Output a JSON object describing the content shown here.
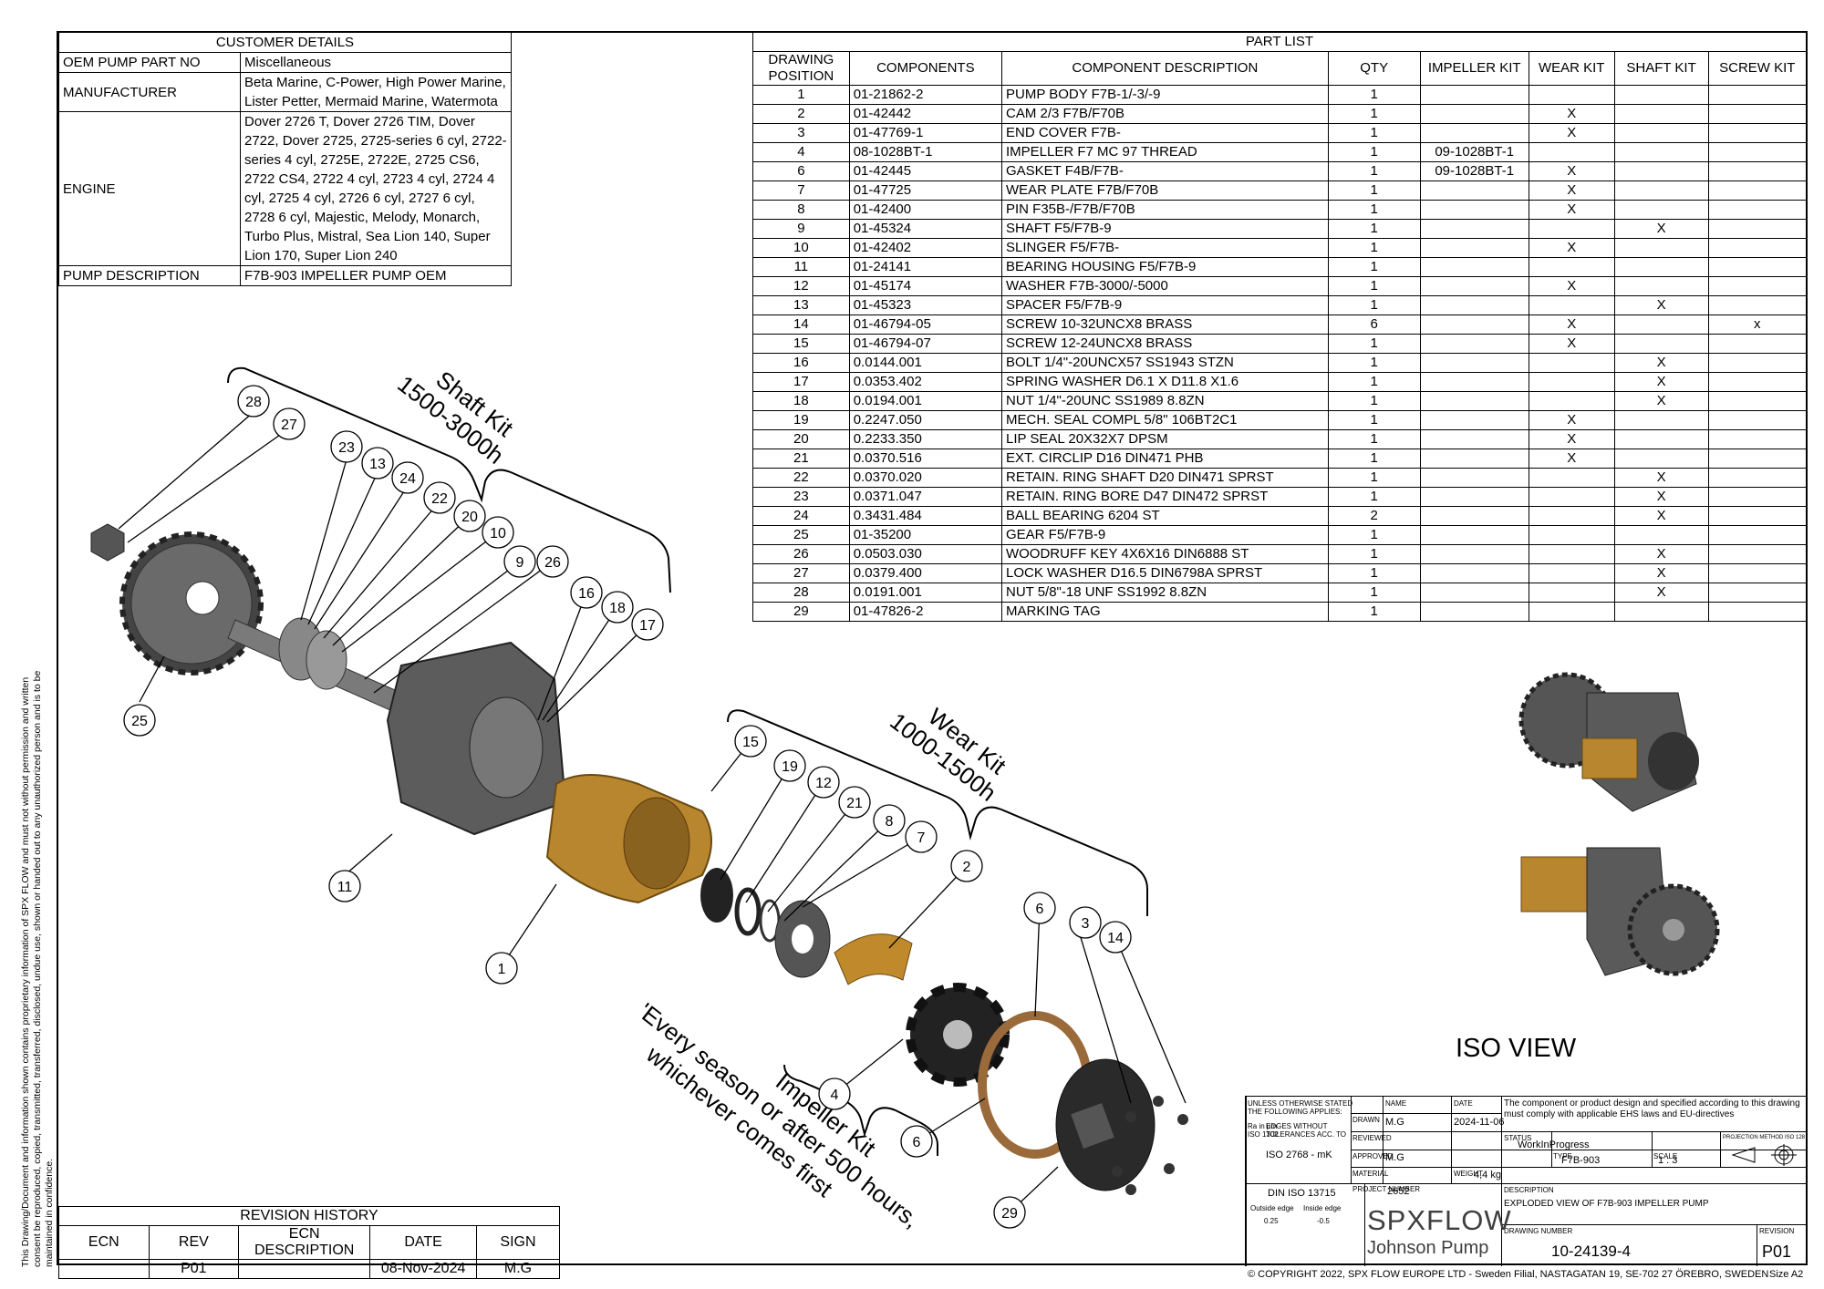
{
  "customer_details": {
    "title": "CUSTOMER DETAILS",
    "rows": [
      {
        "label": "OEM PUMP PART NO",
        "value": "Miscellaneous"
      },
      {
        "label": "MANUFACTURER",
        "value": "Beta Marine, C-Power, High Power Marine, Lister Petter, Mermaid Marine, Watermota"
      },
      {
        "label": "ENGINE",
        "value": "Dover 2726 T, Dover 2726 TIM, Dover 2722, Dover 2725, 2725-series 6 cyl, 2722-series 4 cyl, 2725E, 2722E, 2725 CS6, 2722 CS4, 2722 4 cyl, 2723 4 cyl, 2724 4 cyl, 2725 4 cyl, 2726 6 cyl, 2727 6 cyl, 2728 6 cyl, Majestic, Melody, Monarch, Turbo Plus, Mistral, Sea Lion 140, Super Lion 170, Super Lion 240"
      },
      {
        "label": "PUMP DESCRIPTION",
        "value": "F7B-903 IMPELLER PUMP OEM"
      }
    ]
  },
  "part_list": {
    "title": "PART LIST",
    "headers": [
      "DRAWING POSITION",
      "COMPONENTS",
      "COMPONENT DESCRIPTION",
      "QTY",
      "IMPELLER KIT",
      "WEAR KIT",
      "SHAFT KIT",
      "SCREW KIT"
    ],
    "rows": [
      [
        "1",
        "01-21862-2",
        "PUMP BODY F7B-1/-3/-9",
        "1",
        "",
        "",
        "",
        ""
      ],
      [
        "2",
        "01-42442",
        "CAM 2/3 F7B/F70B",
        "1",
        "",
        "X",
        "",
        ""
      ],
      [
        "3",
        "01-47769-1",
        "END COVER F7B-",
        "1",
        "",
        "X",
        "",
        ""
      ],
      [
        "4",
        "08-1028BT-1",
        "IMPELLER F7 MC 97 THREAD",
        "1",
        "09-1028BT-1",
        "",
        "",
        ""
      ],
      [
        "6",
        "01-42445",
        "GASKET F4B/F7B-",
        "1",
        "09-1028BT-1",
        "X",
        "",
        ""
      ],
      [
        "7",
        "01-47725",
        "WEAR PLATE F7B/F70B",
        "1",
        "",
        "X",
        "",
        ""
      ],
      [
        "8",
        "01-42400",
        "PIN F35B-/F7B/F70B",
        "1",
        "",
        "X",
        "",
        ""
      ],
      [
        "9",
        "01-45324",
        "SHAFT F5/F7B-9",
        "1",
        "",
        "",
        "X",
        ""
      ],
      [
        "10",
        "01-42402",
        "SLINGER F5/F7B-",
        "1",
        "",
        "X",
        "",
        ""
      ],
      [
        "11",
        "01-24141",
        "BEARING HOUSING F5/F7B-9",
        "1",
        "",
        "",
        "",
        ""
      ],
      [
        "12",
        "01-45174",
        "WASHER F7B-3000/-5000",
        "1",
        "",
        "X",
        "",
        ""
      ],
      [
        "13",
        "01-45323",
        "SPACER F5/F7B-9",
        "1",
        "",
        "",
        "X",
        ""
      ],
      [
        "14",
        "01-46794-05",
        "SCREW 10-32UNCX8 BRASS",
        "6",
        "",
        "X",
        "",
        "x"
      ],
      [
        "15",
        "01-46794-07",
        "SCREW 12-24UNCX8 BRASS",
        "1",
        "",
        "X",
        "",
        ""
      ],
      [
        "16",
        "0.0144.001",
        "BOLT 1/4\"-20UNCX57 SS1943 STZN",
        "1",
        "",
        "",
        "X",
        ""
      ],
      [
        "17",
        "0.0353.402",
        "SPRING WASHER D6.1 X D11.8 X1.6",
        "1",
        "",
        "",
        "X",
        ""
      ],
      [
        "18",
        "0.0194.001",
        "NUT 1/4\"-20UNC SS1989 8.8ZN",
        "1",
        "",
        "",
        "X",
        ""
      ],
      [
        "19",
        "0.2247.050",
        "MECH. SEAL COMPL 5/8\" 106BT2C1",
        "1",
        "",
        "X",
        "",
        ""
      ],
      [
        "20",
        "0.2233.350",
        "LIP SEAL 20X32X7 DPSM",
        "1",
        "",
        "X",
        "",
        ""
      ],
      [
        "21",
        "0.0370.516",
        "EXT. CIRCLIP D16 DIN471 PHB",
        "1",
        "",
        "X",
        "",
        ""
      ],
      [
        "22",
        "0.0370.020",
        "RETAIN. RING SHAFT D20 DIN471 SPRST",
        "1",
        "",
        "",
        "X",
        ""
      ],
      [
        "23",
        "0.0371.047",
        "RETAIN. RING BORE D47 DIN472 SPRST",
        "1",
        "",
        "",
        "X",
        ""
      ],
      [
        "24",
        "0.3431.484",
        "BALL BEARING 6204 ST",
        "2",
        "",
        "",
        "X",
        ""
      ],
      [
        "25",
        "01-35200",
        "GEAR F5/F7B-9",
        "1",
        "",
        "",
        "",
        ""
      ],
      [
        "26",
        "0.0503.030",
        "WOODRUFF KEY 4X6X16 DIN6888 ST",
        "1",
        "",
        "",
        "X",
        ""
      ],
      [
        "27",
        "0.0379.400",
        "LOCK WASHER D16.5 DIN6798A SPRST",
        "1",
        "",
        "",
        "X",
        ""
      ],
      [
        "28",
        "0.0191.001",
        "NUT 5/8\"-18 UNF SS1992 8.8ZN",
        "1",
        "",
        "",
        "X",
        ""
      ],
      [
        "29",
        "01-47826-2",
        "MARKING TAG",
        "1",
        "",
        "",
        "",
        ""
      ]
    ]
  },
  "revision_history": {
    "title": "REVISION HISTORY",
    "headers": [
      "ECN",
      "REV",
      "ECN DESCRIPTION",
      "DATE",
      "SIGN"
    ],
    "rows": [
      [
        "",
        "P01",
        "",
        "08-Nov-2024",
        "M.G"
      ]
    ]
  },
  "kits": {
    "shaft_line1": "Shaft Kit",
    "shaft_line2": "1500-3000h",
    "wear_line1": "Wear Kit",
    "wear_line2": "1000-1500h",
    "impeller_line1": "Impeller Kit",
    "impeller_line2": "'Every season or after 500 hours,",
    "impeller_line3": "whichever comes first"
  },
  "callouts": [
    "28",
    "27",
    "23",
    "13",
    "24",
    "22",
    "20",
    "10",
    "9",
    "26",
    "16",
    "18",
    "17",
    "25",
    "11",
    "15",
    "19",
    "12",
    "21",
    "8",
    "7",
    "2",
    "1",
    "6",
    "3",
    "14",
    "4",
    "6",
    "29"
  ],
  "iso_label": "ISO VIEW",
  "title_block": {
    "general_1": "UNLESS OTHERWISE STATED",
    "general_2": "THE FOLLOWING APPLIES:",
    "ra": "Ra in µm",
    "iso1302": "ISO 1302",
    "edges1": "EDGES WITHOUT",
    "edges2": "TOLERANCES ACC. TO",
    "iso2768": "ISO 2768 - mK",
    "din": "DIN ISO 13715",
    "outside": "Outside edge",
    "inside": "Inside edge",
    "outside_val": "0.25",
    "inside_val": "-0.5",
    "name_lbl": "NAME",
    "date_lbl": "DATE",
    "drawn_lbl": "DRAWN",
    "drawn": "M.G",
    "drawn_date": "2024-11-06",
    "checked_lbl": "REVIEWED",
    "approved_lbl": "APPROVED",
    "approved": "M.G",
    "material_lbl": "MATERIAL",
    "weight_lbl": "WEIGHT",
    "weight": "4,4 kg",
    "compliance": "The component or product design and specified according to this drawing must comply with applicable EHS laws and EU-directives",
    "status_lbl": "STATUS",
    "status": "WorkInProgress",
    "type_lbl": "TYPE",
    "type": "F7B-903",
    "scale_lbl": "SCALE",
    "scale": "1 : 3",
    "projection_lbl": "PROJECTION METHOD ISO 128",
    "project_lbl": "PROJECT NUMBER",
    "project": "2652",
    "desc_lbl": "DESCRIPTION",
    "desc": "EXPLODED VIEW OF F7B-903 IMPELLER PUMP",
    "drawno_lbl": "DRAWING NUMBER",
    "drawno": "10-24139-4",
    "rev_lbl": "REVISION",
    "rev": "P01",
    "brand1": "SPXFLOW",
    "brand2": "Johnson Pump"
  },
  "copyright": "© COPYRIGHT 2022, SPX FLOW EUROPE LTD - Sweden Filial, NASTAGATAN 19, SE-702 27 ÖREBRO, SWEDEN",
  "size": "Size  A2",
  "side_note": "This Drawing/Document and information shown contains proprietary information of SPX FLOW and must not without permission and written consent be reproduced, copied, transmitted, transferred, disclosed, undue use, shown or handed out to any unauthorized person and is to be maintained in confidence."
}
